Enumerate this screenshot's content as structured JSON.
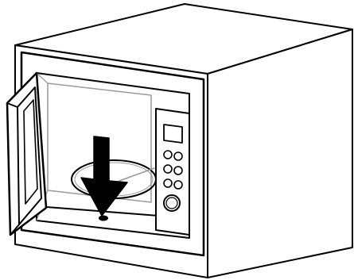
{
  "figure": {
    "subject": "microwave-oven",
    "door_state": "open",
    "instruction_mark": "arrow-down",
    "palette": {
      "line": "#000000",
      "fill": "#ffffff",
      "interior_line": "#9a9a9a"
    }
  },
  "control_panel": {
    "display_count": 1,
    "button_rows": 3,
    "buttons_per_row": 2,
    "dial_count": 1
  }
}
